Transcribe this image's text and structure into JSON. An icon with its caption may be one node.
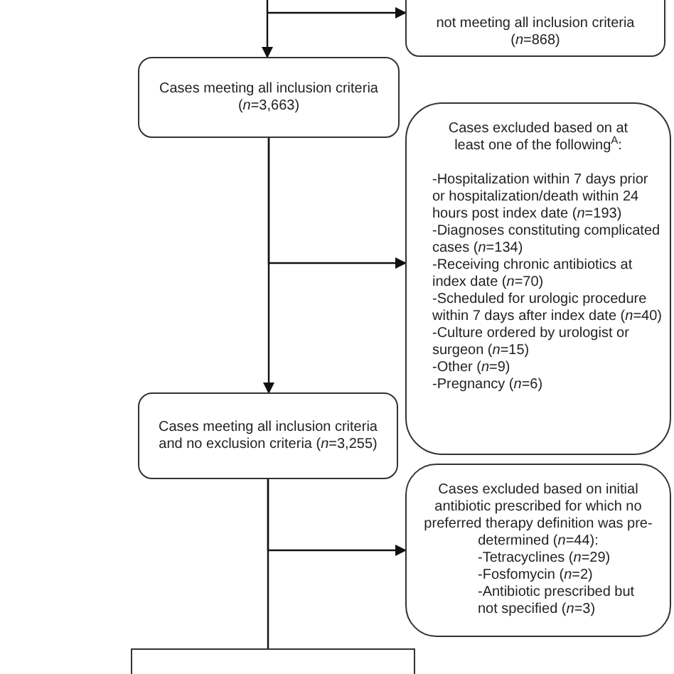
{
  "diagram": {
    "nodes": [
      {
        "text": [
          "not meeting all inclusion criteria (*n*=868)"
        ]
      },
      {
        "text": [
          "Cases meeting all inclusion criteria (*n*=3,663)"
        ]
      },
      {
        "text": [
          "Cases excluded based on at least one of the following$^{A}$:",
          "-Hospitalization within 7 days prior or hospitalization/death within 24 hours post index date (*n*=193)",
          "-Diagnoses constituting complicated cases (*n*=134)",
          "-Receiving chronic antibiotics at index date (*n*=70)",
          "-Scheduled for urologic procedure within 7 days after index date (*n*=40)",
          "-Culture ordered by urologist or surgeon (*n*=15)",
          "-Other (*n*=9)",
          "-Pregnancy (*n*=6)"
        ]
      },
      {
        "text": [
          "Cases meeting all inclusion criteria and no exclusion criteria (*n*=3,255)"
        ]
      },
      {
        "text": [
          "Cases excluded based on initial antibiotic prescribed for which no preferred therapy definition was pre-determined (*n*=44):",
          "-Tetracyclines (*n*=29)",
          "-Fosfomycin (*n*=2)",
          "-Antibiotic prescribed but not specified (*n*=3)"
        ]
      },
      {
        "text": [],
        "shape": "box"
      }
    ],
    "edges": [
      {
        "from": null,
        "to": 1,
        "arrow": "to"
      },
      {
        "from": null,
        "to": 0,
        "arrow": "to"
      },
      {
        "from": 1,
        "to": 3,
        "arrow": "to"
      },
      {
        "from": 1,
        "to": 2,
        "arrow": "to"
      },
      {
        "from": 3,
        "to": 5,
        "arrow": "none"
      },
      {
        "from": 3,
        "to": 4,
        "arrow": "to"
      }
    ]
  }
}
